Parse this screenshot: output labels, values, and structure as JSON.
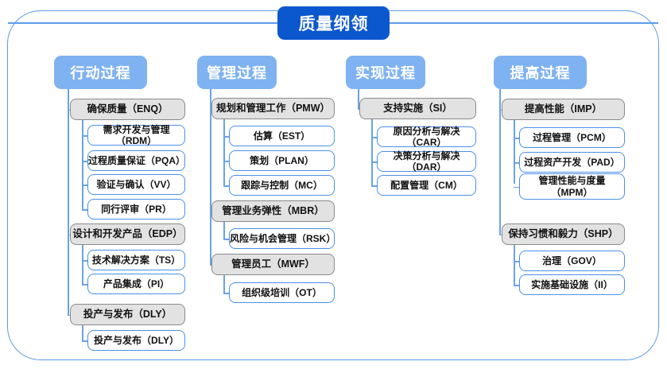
{
  "diagram": {
    "root": {
      "label": "质量纲领"
    },
    "colors": {
      "root_fill": "#0B57CE",
      "header_fill": "#7FB2F0",
      "group_fill": "#E2E2E2",
      "group_border": "#8A8A8A",
      "leaf_border": "#4A90E8",
      "connector": "#6AA3E8",
      "frame_border": "#5B9BE8"
    },
    "columns": [
      {
        "header": "行动过程",
        "groups": [
          {
            "label": "确保质量（ENQ）",
            "children": [
              "需求开发与管理（RDM）",
              "过程质量保证（PQA）",
              "验证与确认（VV）",
              "同行评审（PR）"
            ]
          },
          {
            "label": "设计和开发产品（EDP）",
            "children": [
              "技术解决方案（TS）",
              "产品集成（PI）"
            ]
          },
          {
            "label": "投产与发布（DLY）",
            "children": [
              "投产与发布（DLY）"
            ]
          }
        ]
      },
      {
        "header": "管理过程",
        "groups": [
          {
            "label": "规划和管理工作（PMW）",
            "children": [
              "估算（EST）",
              "策划（PLAN）",
              "跟踪与控制（MC）"
            ]
          },
          {
            "label": "管理业务弹性（MBR）",
            "children": [
              "风险与机会管理（RSK）"
            ]
          },
          {
            "label": "管理员工（MWF）",
            "children": [
              "组织级培训（OT）"
            ]
          }
        ]
      },
      {
        "header": "实现过程",
        "groups": [
          {
            "label": "支持实施（SI）",
            "children": [
              "原因分析与解决（CAR）",
              "决策分析与解决（DAR）",
              "配置管理（CM）"
            ]
          }
        ]
      },
      {
        "header": "提高过程",
        "groups": [
          {
            "label": "提高性能（IMP）",
            "children": [
              "过程管理（PCM）",
              "过程资产开发（PAD）",
              "管理性能与度量\n（MPM）"
            ]
          },
          {
            "label": "保持习惯和毅力（SHP）",
            "children": [
              "治理（GOV）",
              "实施基础设施（II）"
            ]
          }
        ]
      }
    ]
  }
}
